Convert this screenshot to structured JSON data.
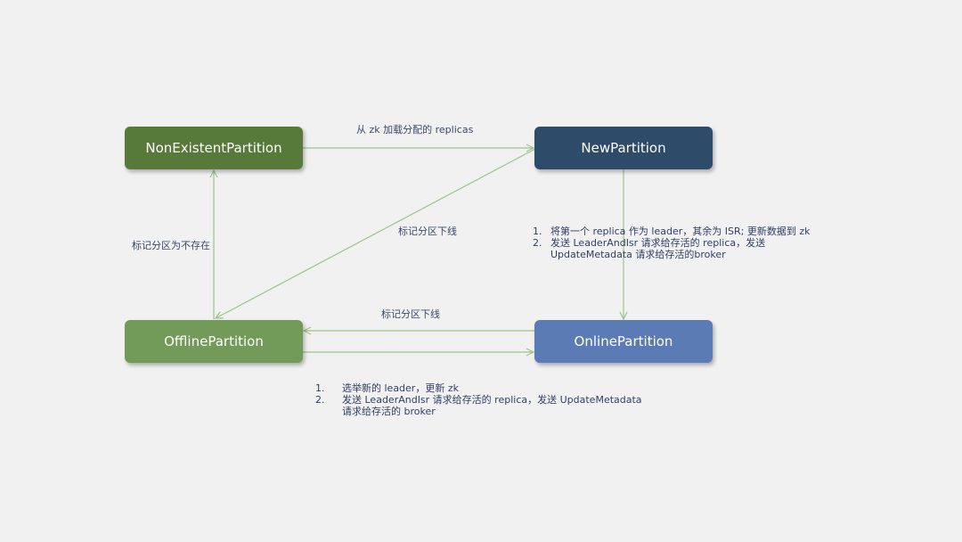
{
  "colors": {
    "background": "#f1f1f1",
    "non_existent": "#577a3a",
    "new": "#2e4b69",
    "online": "#5b7bb4",
    "offline": "#729a58",
    "edge": "#9cc38a"
  },
  "nodes": {
    "non_existent": "NonExistentPartition",
    "new": "NewPartition",
    "offline": "OfflinePartition",
    "online": "OnlinePartition"
  },
  "edges": {
    "load_replicas": "从 zk 加载分配的 replicas",
    "mark_offline_diagonal": "标记分区下线",
    "mark_not_exist": "标记分区为不存在",
    "mark_offline_bottom": "标记分区下线"
  },
  "notes": {
    "new_to_online": [
      {
        "num": "1.",
        "text": "将第一个 replica 作为 leader，其余为 ISR; 更新数据到 zk"
      },
      {
        "num": "2.",
        "text": "发送 LeaderAndIsr 请求给存活的 replica，发送"
      },
      {
        "num": "",
        "text": "UpdateMetadata 请求给存活的broker"
      }
    ],
    "offline_to_online": [
      {
        "num": "1.",
        "text": "选举新的 leader，更新 zk"
      },
      {
        "num": "2.",
        "text": "发送 LeaderAndIsr 请求给存活的 replica，发送 UpdateMetadata"
      },
      {
        "num": "",
        "text": "请求给存活的 broker"
      }
    ]
  }
}
